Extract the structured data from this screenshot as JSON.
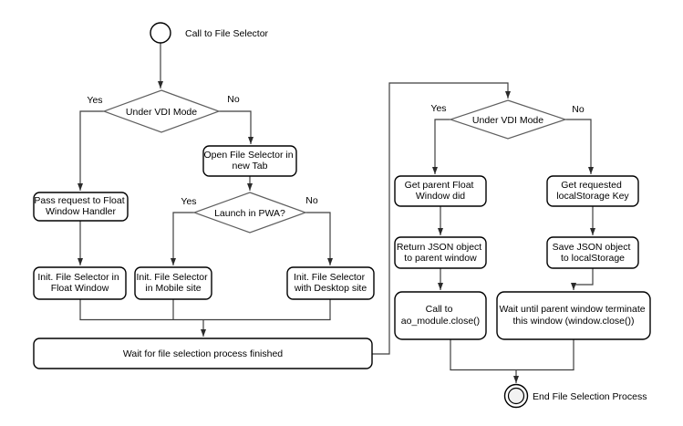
{
  "colors": {
    "background": "#ffffff",
    "shape_fill": "#ffffff",
    "shape_stroke": "#000000",
    "diamond_stroke": "#5f5f5f",
    "edge_stroke": "#3f3f3f",
    "text": "#000000",
    "end_node_inner_fill": "#f2f2f2"
  },
  "nodes": {
    "start": {
      "label": "Call to File Selector"
    },
    "decision_vdi_1": {
      "label": "Under VDI Mode"
    },
    "pass_request": {
      "lines": [
        "Pass request to Float",
        "Window Handler"
      ]
    },
    "open_tab": {
      "lines": [
        "Open File Selector in",
        "new Tab"
      ]
    },
    "decision_pwa": {
      "label": "Launch in PWA?"
    },
    "init_float": {
      "lines": [
        "Init. File Selector in",
        "Float Window"
      ]
    },
    "init_mobile": {
      "lines": [
        "Init. File Selector",
        "in Mobile site"
      ]
    },
    "init_desktop": {
      "lines": [
        "Init. File Selector",
        "with Desktop site"
      ]
    },
    "wait_selection": {
      "label": "Wait for file selection process finished"
    },
    "decision_vdi_2": {
      "label": "Under VDI Mode"
    },
    "get_float_window": {
      "lines": [
        "Get parent Float",
        "Window did"
      ]
    },
    "get_localstorage_key": {
      "lines": [
        "Get requested",
        "localStorage Key"
      ]
    },
    "return_json": {
      "lines": [
        "Return JSON object",
        "to parent window"
      ]
    },
    "save_json": {
      "lines": [
        "Save JSON object",
        "to localStorage"
      ]
    },
    "call_close": {
      "lines": [
        "Call to",
        "ao_module.close()"
      ]
    },
    "wait_terminate": {
      "lines": [
        "Wait until parent window terminate",
        "this window (window.close())"
      ]
    },
    "end": {
      "label": "End File Selection Process"
    }
  },
  "edge_labels": {
    "vdi1_yes": "Yes",
    "vdi1_no": "No",
    "pwa_yes": "Yes",
    "pwa_no": "No",
    "vdi2_yes": "Yes",
    "vdi2_no": "No"
  }
}
